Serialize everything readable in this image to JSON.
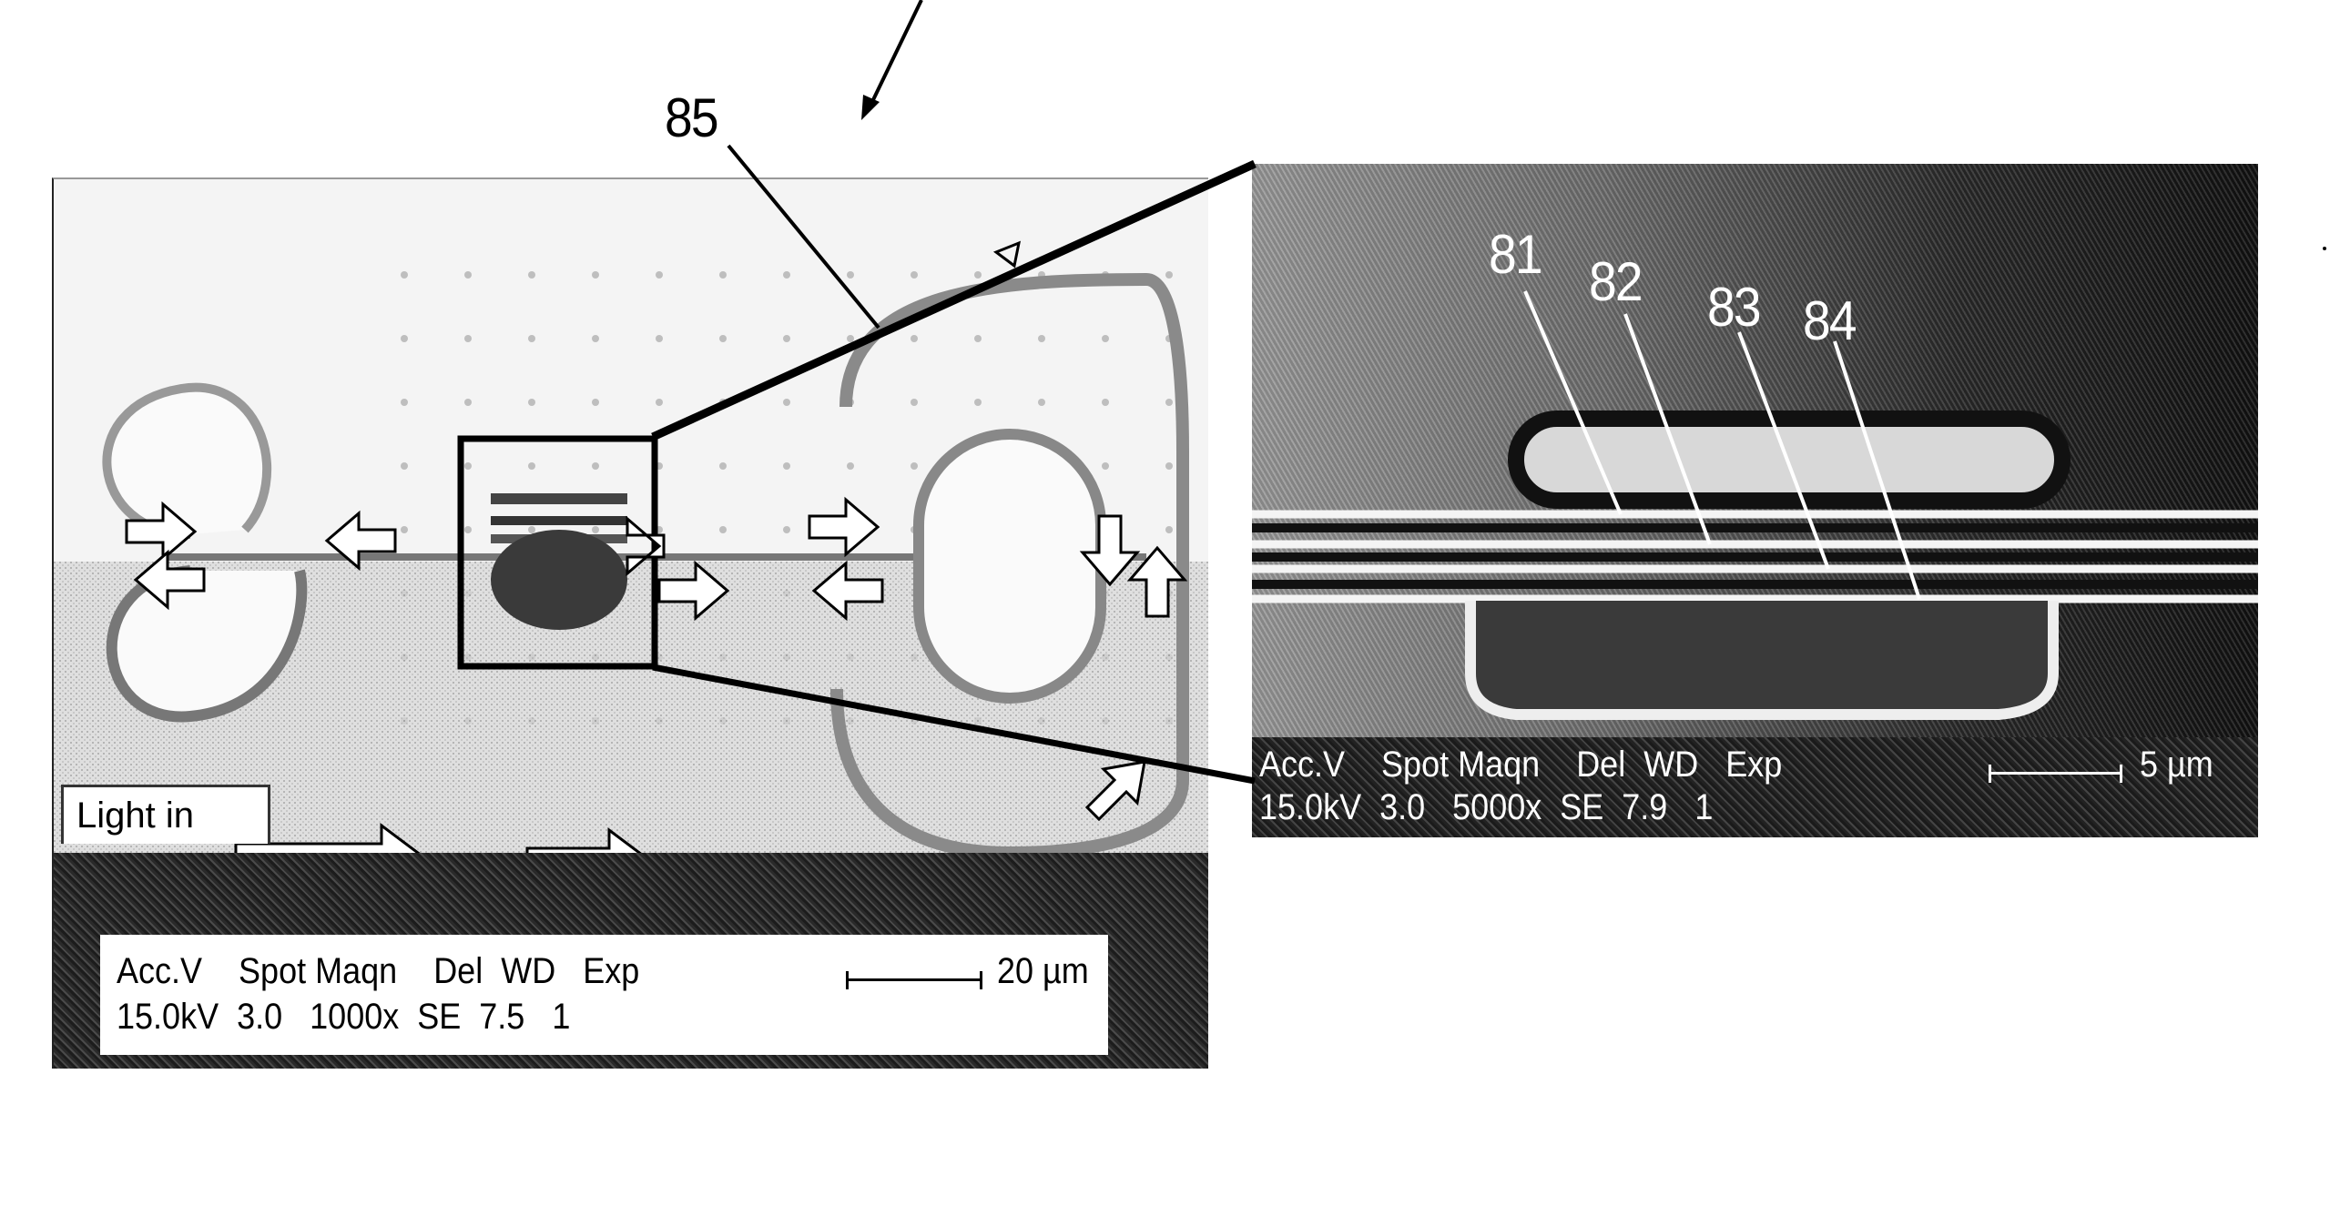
{
  "figure": {
    "reference_numerals": {
      "overall_arrow_target": "",
      "waveguide_overview": "85",
      "layer_1": "81",
      "layer_2": "82",
      "layer_3": "83",
      "layer_4": "84"
    },
    "left_micrograph": {
      "input_label": "Light in",
      "info_bar": {
        "headers": [
          "Acc.V",
          "Spot",
          "Maqn",
          "Del",
          "WD",
          "Exp"
        ],
        "values": [
          "15.0kV",
          "3.0",
          "1000x",
          "SE",
          "7.5",
          "1"
        ],
        "scale_bar_label": "20 µm"
      },
      "arrow_count": 12,
      "zoom_box": "inset-highlight"
    },
    "right_micrograph": {
      "info_bar": {
        "headers": [
          "Acc.V",
          "Spot",
          "Maqn",
          "Del",
          "WD",
          "Exp"
        ],
        "values": [
          "15.0kV",
          "3.0",
          "5000x",
          "SE",
          "7.9",
          "1"
        ],
        "scale_bar_label": "5 µm"
      },
      "labels": [
        "81",
        "82",
        "83",
        "84"
      ]
    },
    "colors": {
      "background": "#ffffff",
      "ink": "#000000",
      "sem_dark": "#1c1c1c",
      "sem_light": "#f4f4f4"
    }
  }
}
